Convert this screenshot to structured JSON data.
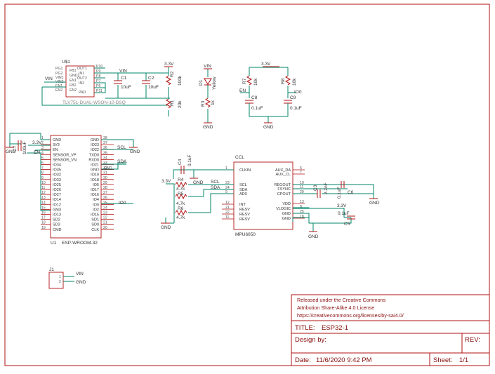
{
  "schematic": {
    "u3": {
      "ref": "U$1",
      "value": "TLV751-DUAL-WSON-10-DSQ",
      "left_pins": [
        "PG1",
        "PG2",
        "VIN1",
        "VIN2",
        "EN1",
        "EN2"
      ],
      "inner_left": [
        "FB1",
        "GND1",
        "EN1",
        "FB2",
        "EN2"
      ],
      "inner_right": [
        "OUT1",
        "IN1",
        "OUT2",
        "IN2",
        "PAD"
      ],
      "right_pins": [
        "P10",
        "P9",
        "P8",
        "P7",
        "P6",
        "P11"
      ],
      "left_net": "VIN"
    },
    "c1": {
      "ref": "C1",
      "value": "10uF"
    },
    "c2": {
      "ref": "C2",
      "value": "10uF"
    },
    "r2": {
      "ref": "R2",
      "value": "100k"
    },
    "r1": {
      "ref": "R1",
      "value": "20k"
    },
    "d1": {
      "ref": "D1",
      "value": "Yellow"
    },
    "r3": {
      "ref": "R3",
      "value": "1k"
    },
    "r7": {
      "ref": "R7",
      "value": "10k"
    },
    "r8": {
      "ref": "R8",
      "value": "10k"
    },
    "c8": {
      "ref": "C8",
      "value": "0.1uF"
    },
    "c9": {
      "ref": "C9",
      "value": "0.1uF"
    },
    "u1": {
      "ref": "U1",
      "value": "ESP-WROOM-32",
      "left_nums": [
        "1",
        "2",
        "3",
        "4",
        "5",
        "6",
        "7",
        "8",
        "9",
        "10",
        "11",
        "12",
        "13",
        "14",
        "15",
        "16",
        "17",
        "18",
        "19"
      ],
      "left_names": [
        "GND",
        "3V3",
        "EN",
        "SENSOR_VP",
        "SENSOR_VN",
        "IO34",
        "IO35",
        "IO32",
        "IO33",
        "IO25",
        "IO26",
        "IO27",
        "IO14",
        "IO12",
        "GND",
        "IO13",
        "SD2",
        "SD3",
        "CMD"
      ],
      "right_nums": [
        "38",
        "37",
        "36",
        "35",
        "34",
        "33",
        "32",
        "31",
        "30",
        "29",
        "28",
        "27",
        "26",
        "25",
        "24",
        "23",
        "22",
        "21",
        "20"
      ],
      "right_names": [
        "GND",
        "IO23",
        "IO22",
        "TXD0",
        "RXD0",
        "IO21",
        "GND",
        "IO19",
        "IO18",
        "IO5",
        "IO17",
        "IO16",
        "IO4",
        "IO0",
        "IO2",
        "IO15",
        "SD1",
        "SD0",
        "CLK"
      ]
    },
    "c7": {
      "ref": "C7",
      "value": "100uF"
    },
    "u2": {
      "ref": "CCL",
      "value": "MPU6050",
      "left_nums": [
        "1",
        "23",
        "24",
        "9",
        "12",
        "21",
        "22",
        "11"
      ],
      "left_names": [
        "CLKIN",
        "SCL",
        "SDA",
        "AD0",
        "INT",
        "RESV",
        "RESV",
        "RESV"
      ],
      "right_nums": [
        "6",
        "7",
        "10",
        "11",
        "20",
        "13",
        "8",
        "25",
        "18"
      ],
      "right_names": [
        "AUX_DA",
        "AUX_CL",
        "REGOUT",
        "FSYNC",
        "CPOUT",
        "VDD",
        "VLOGIC",
        "GND",
        "GND"
      ]
    },
    "c4": {
      "ref": "C4",
      "value": "0.1uF"
    },
    "r4": {
      "ref": "R4",
      "value": "4.7k"
    },
    "r5": {
      "ref": "R5",
      "value": "4.7k"
    },
    "r6": {
      "ref": "R6",
      "value": "4.7k"
    },
    "c3": {
      "ref": "C3",
      "value": "2.2nF"
    },
    "c6": {
      "ref": "C6",
      "value": "0.1uF"
    },
    "c5": {
      "ref": "C5",
      "value": "0.1uF"
    },
    "j1": {
      "ref": "J1",
      "pins": [
        "1",
        "2"
      ],
      "nets": [
        "VIN",
        "GND"
      ]
    },
    "nets": {
      "v33": "3.3V",
      "vin": "VIN",
      "gnd": "GND",
      "scl": "SCL",
      "sda": "SDA",
      "en": "EN",
      "io0": "IO0",
      "v33_3": "3.3V",
      "v33_2": "3.3V"
    },
    "c6_label": "0.1uF",
    "c5_label": "C5"
  },
  "title_block": {
    "license": [
      "Released under the Creative Commons",
      "Attribution Share-Alike 4.0 License",
      "https://creativecommons.org/licenses/by-sa/4.0/"
    ],
    "title_label": "TITLE:",
    "title": "ESP32-1",
    "design_label": "Design by:",
    "rev_label": "REV:",
    "date_label": "Date:",
    "date": "11/6/2020 9:42 PM",
    "sheet_label": "Sheet:",
    "sheet": "1/1"
  }
}
